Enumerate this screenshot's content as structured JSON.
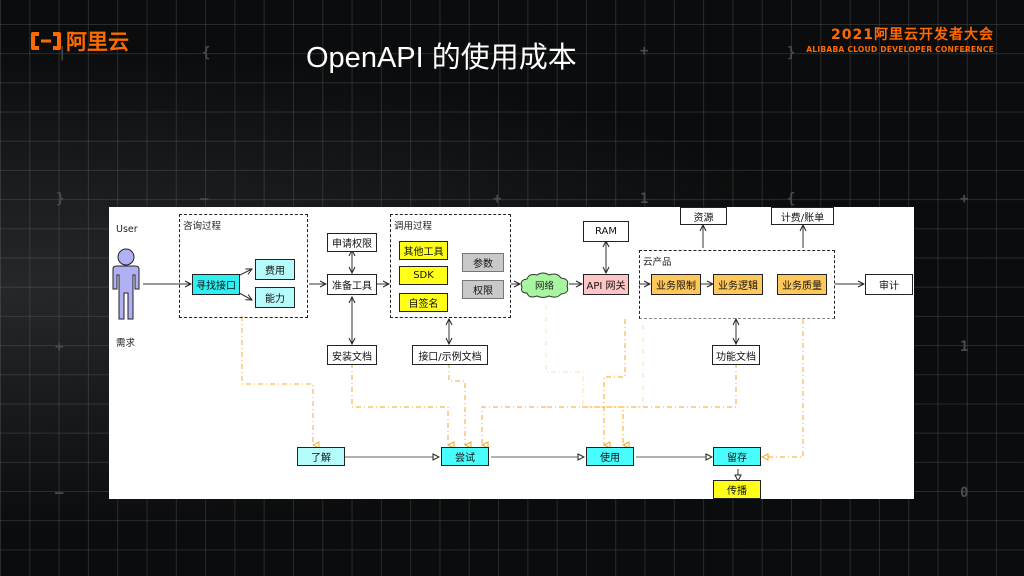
{
  "header": {
    "logo_text": "阿里云",
    "title": "OpenAPI 的使用成本",
    "conference_cn": "2021阿里云开发者大会",
    "conference_en": "ALIBABA CLOUD DEVELOPER CONFERENCE"
  },
  "colors": {
    "brand_orange": "#ff6a00",
    "cyan": "#2ff0f0",
    "light_cyan": "#b6fbfb",
    "yellow": "#ffff1a",
    "gray": "#c9c9c9",
    "orange": "#ffc85a",
    "pink": "#ffc4c4",
    "actor": "#b0b0f4",
    "cloud": "#a8f5a0",
    "dashed_link": "#f5a623"
  },
  "background_marks": [
    "+",
    "-",
    "1",
    "0",
    "{",
    "}"
  ],
  "diagram": {
    "actor": {
      "top_label": "User",
      "bottom_label": "需求"
    },
    "groups": {
      "consult": "咨询过程",
      "invoke": "调用过程",
      "cloud_product": "云产品"
    },
    "nodes": {
      "find_api": "寻找接口",
      "cost": "费用",
      "capability": "能力",
      "apply_permission": "申请权限",
      "prepare_tools": "准备工具",
      "install_docs": "安装文档",
      "other_tools": "其他工具",
      "sdk": "SDK",
      "self_sign": "自签名",
      "params": "参数",
      "permission": "权限",
      "api_docs": "接口/示例文档",
      "network": "网络",
      "ram": "RAM",
      "api_gateway": "API 网关",
      "resources": "资源",
      "billing": "计费/账单",
      "biz_limit": "业务限制",
      "biz_logic": "业务逻辑",
      "biz_quality": "业务质量",
      "func_docs": "功能文档",
      "audit": "审计",
      "understand": "了解",
      "try": "尝试",
      "use": "使用",
      "retain": "留存",
      "spread": "传播"
    }
  }
}
